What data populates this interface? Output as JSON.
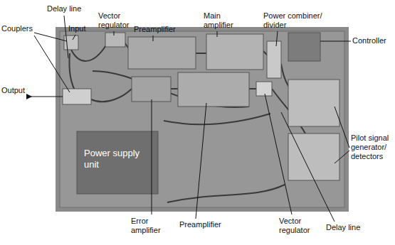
{
  "diagram": {
    "labels": [
      "Delay line",
      "Couplers",
      "Input",
      "Vector regulator",
      "Preamplifier",
      "Main amplifier",
      "Power combiner/ divider",
      "Controller",
      "Output",
      "Pilot signal generator/ detectors",
      "Power supply unit",
      "Error amplifier",
      "Preamplifier",
      "Vector regulator",
      "Delay line"
    ]
  }
}
